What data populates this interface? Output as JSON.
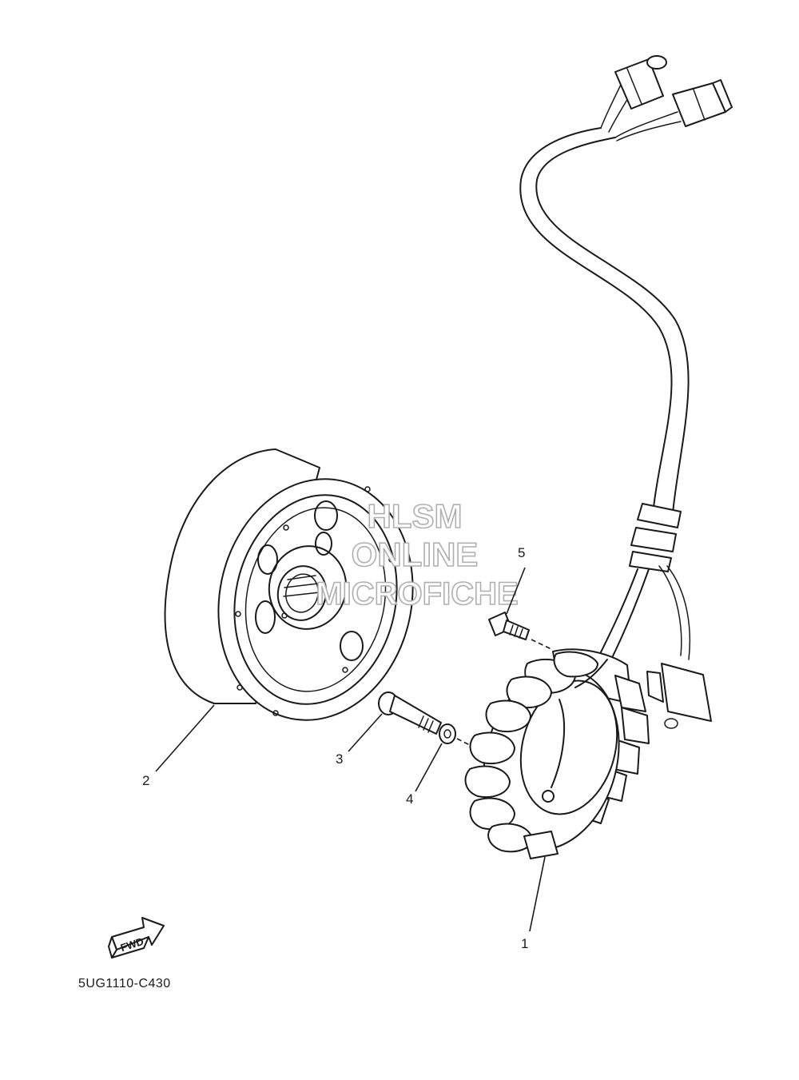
{
  "callouts": {
    "part_1": "1",
    "part_2": "2",
    "part_3": "3",
    "part_4": "4",
    "part_5": "5"
  },
  "watermark": {
    "line1": "HLSM",
    "line2": "ONLINE",
    "line3": "MICROFICHE"
  },
  "direction_badge": "FWD",
  "diagram_code": "5UG1110-C430"
}
